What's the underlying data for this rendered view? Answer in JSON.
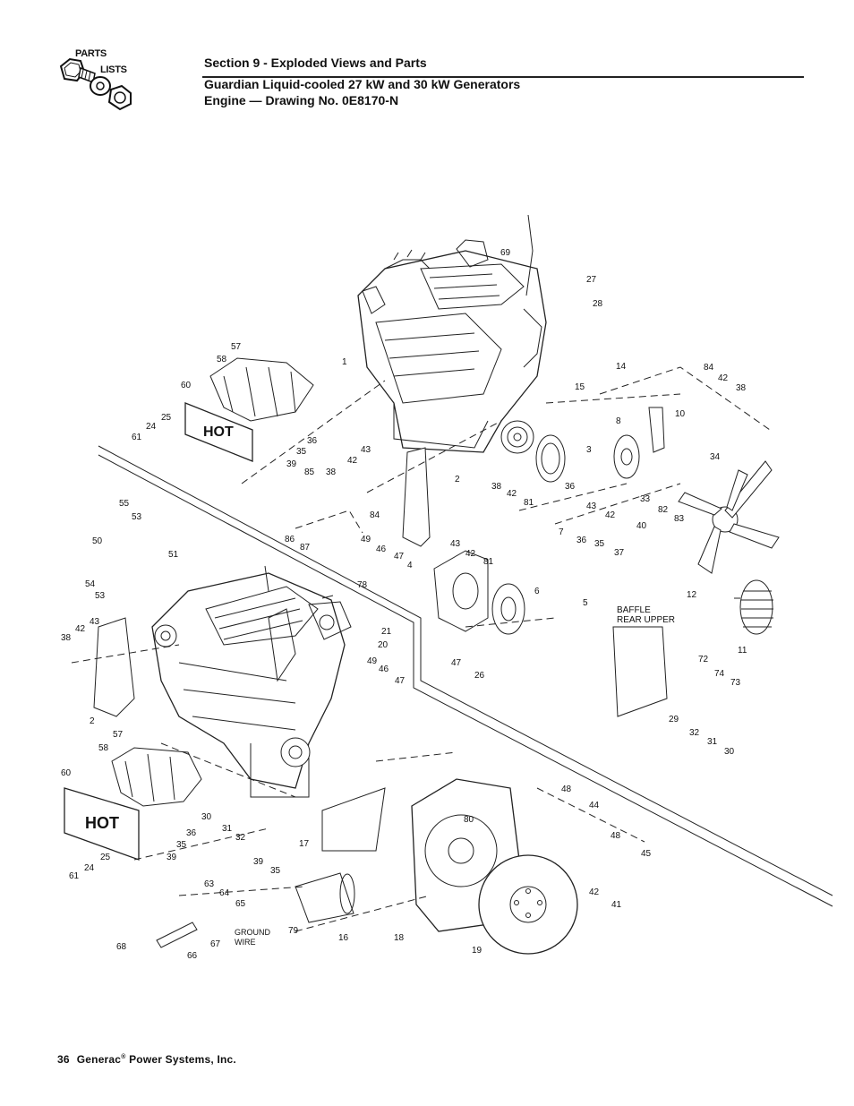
{
  "logo": {
    "line1": "PARTS",
    "line2": "LISTS"
  },
  "header": {
    "section": "Section 9 - Exploded Views and Parts",
    "title": "Guardian Liquid-cooled 27 kW and 30 kW Generators",
    "subtitle": "Engine — Drawing No. 0E8170-N"
  },
  "footer": {
    "page_number": "36",
    "company": "Generac",
    "company_suffix": "Power Systems, Inc."
  },
  "callouts": {
    "hot_shield_upper": "HOT",
    "hot_shield_lower": "HOT",
    "baffle_line1": "BAFFLE",
    "baffle_line2": "REAR UPPER",
    "ground_line1": "GROUND",
    "ground_line2": "WIRE"
  },
  "part_labels": [
    "69",
    "27",
    "28",
    "1",
    "57",
    "58",
    "60",
    "14",
    "15",
    "84",
    "42",
    "38",
    "10",
    "8",
    "25",
    "24",
    "61",
    "36",
    "35",
    "39",
    "3",
    "34",
    "2",
    "85",
    "43",
    "42",
    "38",
    "84",
    "38",
    "42",
    "81",
    "36",
    "33",
    "82",
    "83",
    "55",
    "53",
    "43",
    "42",
    "40",
    "86",
    "87",
    "49",
    "46",
    "47",
    "4",
    "43",
    "42",
    "81",
    "7",
    "36",
    "35",
    "37",
    "50",
    "51",
    "54",
    "53",
    "78",
    "6",
    "5",
    "12",
    "38",
    "42",
    "43",
    "21",
    "20",
    "49",
    "46",
    "47",
    "47",
    "26",
    "2",
    "72",
    "74",
    "73",
    "57",
    "58",
    "29",
    "32",
    "31",
    "30",
    "60",
    "36",
    "30",
    "31",
    "32",
    "35",
    "39",
    "17",
    "80",
    "48",
    "44",
    "48",
    "45",
    "61",
    "24",
    "25",
    "39",
    "35",
    "63",
    "64",
    "65",
    "79",
    "16",
    "18",
    "42",
    "41",
    "68",
    "66",
    "67",
    "19",
    "11"
  ]
}
